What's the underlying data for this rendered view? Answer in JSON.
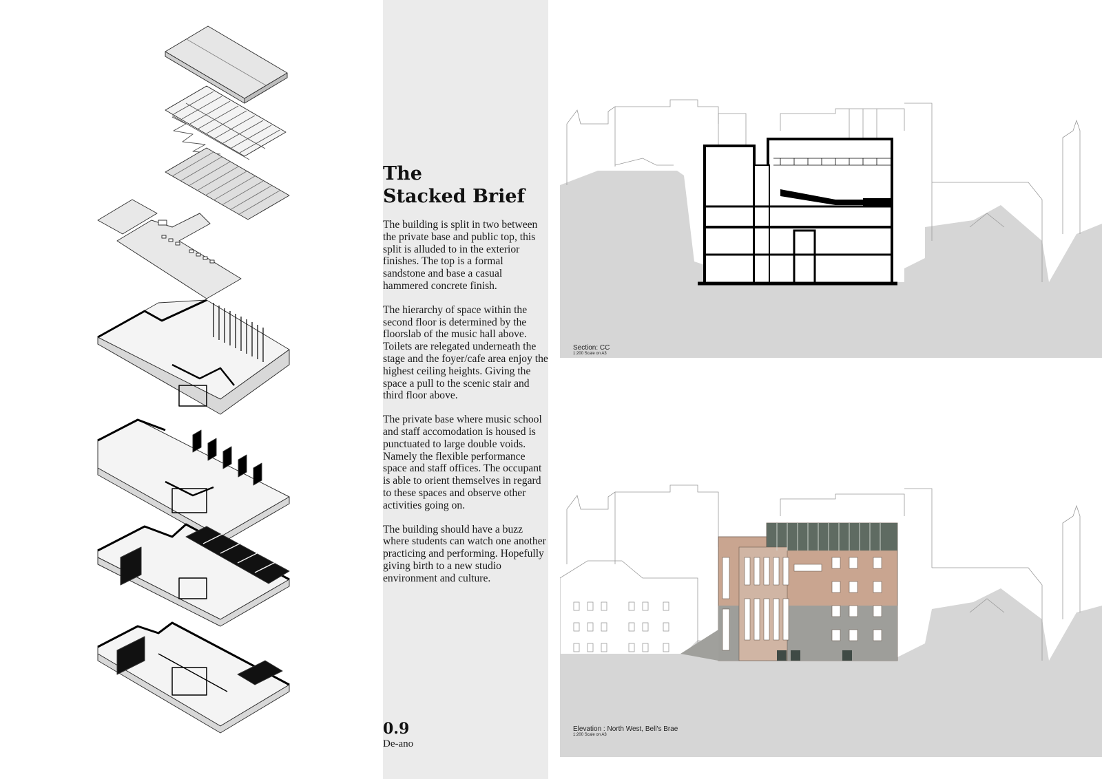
{
  "title": {
    "line1": "The",
    "line2": "Stacked Brief"
  },
  "paragraphs": [
    "The building is split in two between the private base and public top, this split is alluded to in the exterior finishes. The top is a formal sandstone and base a casual hammered concrete finish.",
    "The hierarchy of space within the second floor is determined by the floorslab of the music hall above. Toilets are relegated underneath the stage and the foyer/cafe area enjoy the highest ceiling heights. Giving the space a pull to the scenic stair and third floor above.",
    "The private base where music school and staff accomodation is housed is punctuated to large double voids. Namely the flexible performance space and staff offices. The occupant is able to orient themselves in regard to these spaces and observe other activities going on.",
    "The building should have a buzz where students can watch one another practicing and performing. Hopefully giving birth to a new studio environment and culture."
  ],
  "footer": {
    "number": "0.9",
    "author": "De-ano"
  },
  "section": {
    "caption": "Section: CC",
    "scale": "1:200 Scale on A3"
  },
  "elevation": {
    "caption": "Elevation : North West, Bell's Brae",
    "scale": "1:200 Scale on A3"
  },
  "colors": {
    "ground": "#d6d6d6",
    "text_column_bg": "#ebebeb",
    "sandstone": "#c9a590",
    "concrete": "#9e9e9a",
    "glass_roof": "#5f6b62"
  }
}
